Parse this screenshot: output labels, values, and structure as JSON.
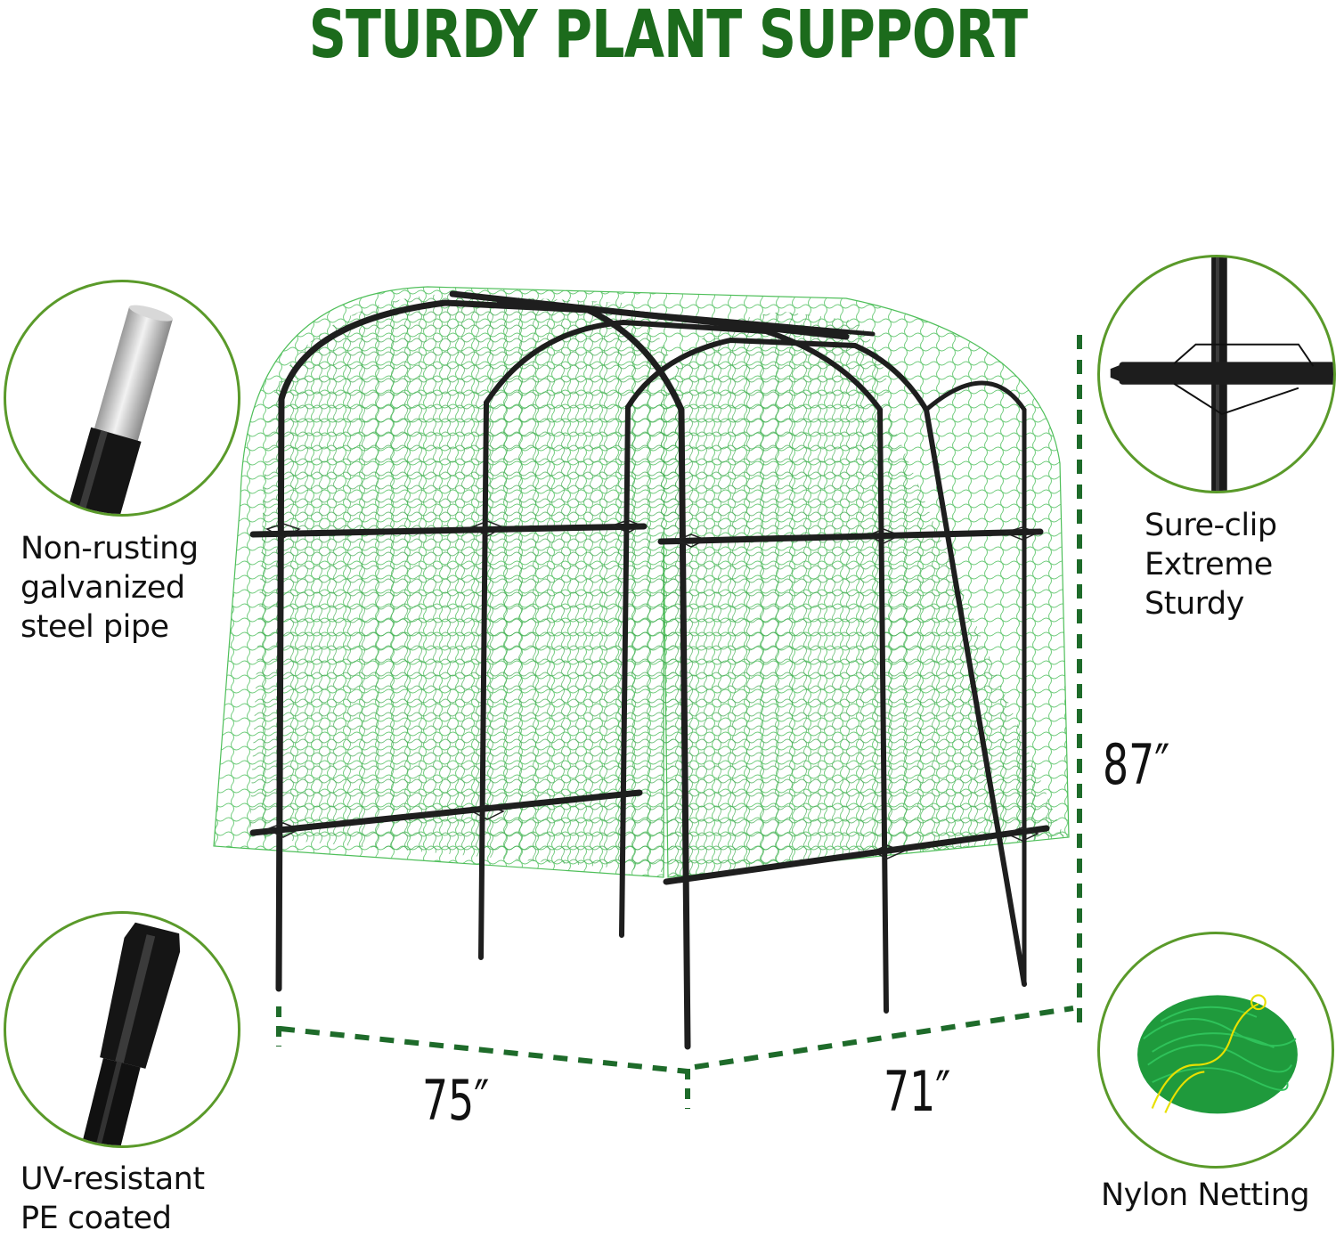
{
  "header": {
    "title": "STURDY PLANT SUPPORT"
  },
  "colors": {
    "title_green": "#1c6b1c",
    "badge_ring": "#5a9a2a",
    "dimension_dash": "#1e6b2a",
    "netting": "#4fbf5a",
    "frame": "#1e1e1e"
  },
  "features": [
    {
      "icon": "galvanized-steel-pipe-icon",
      "caption": "Non-rusting\ngalvanized\nsteel pipe"
    },
    {
      "icon": "sure-clip-connector-icon",
      "caption": "Sure-clip\nExtreme\nSturdy"
    },
    {
      "icon": "pe-coated-stake-icon",
      "caption": "UV-resistant\nPE coated"
    },
    {
      "icon": "nylon-netting-bundle-icon",
      "caption": "Nylon Netting"
    }
  ],
  "dimensions": {
    "width": "75″",
    "depth": "71″",
    "height": "87″"
  }
}
